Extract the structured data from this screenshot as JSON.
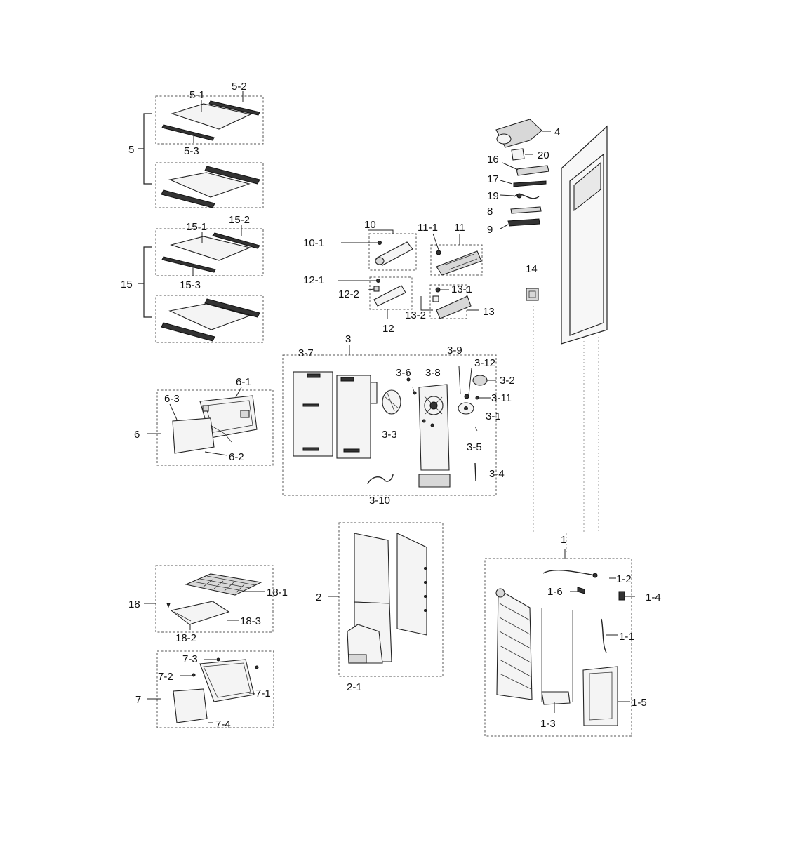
{
  "callouts": {
    "c5": "5",
    "c5_1": "5-1",
    "c5_2": "5-2",
    "c5_3": "5-3",
    "c15": "15",
    "c15_1": "15-1",
    "c15_2": "15-2",
    "c15_3": "15-3",
    "c6": "6",
    "c6_1": "6-1",
    "c6_2": "6-2",
    "c6_3": "6-3",
    "c18": "18",
    "c18_1": "18-1",
    "c18_2": "18-2",
    "c18_3": "18-3",
    "c7": "7",
    "c7_1": "7-1",
    "c7_2": "7-2",
    "c7_3": "7-3",
    "c7_4": "7-4",
    "c4": "4",
    "c16": "16",
    "c20": "20",
    "c17": "17",
    "c19": "19",
    "c8": "8",
    "c9": "9",
    "c10": "10",
    "c10_1": "10-1",
    "c11": "11",
    "c11_1": "11-1",
    "c12": "12",
    "c12_1": "12-1",
    "c12_2": "12-2",
    "c13": "13",
    "c13_1": "13-1",
    "c13_2": "13-2",
    "c14": "14",
    "c3": "3",
    "c3_1": "3-1",
    "c3_2": "3-2",
    "c3_3": "3-3",
    "c3_4": "3-4",
    "c3_5": "3-5",
    "c3_6": "3-6",
    "c3_7": "3-7",
    "c3_8": "3-8",
    "c3_9": "3-9",
    "c3_10": "3-10",
    "c3_11": "3-11",
    "c3_12": "3-12",
    "c2": "2",
    "c2_1": "2-1",
    "c1": "1",
    "c1_1": "1-1",
    "c1_2": "1-2",
    "c1_3": "1-3",
    "c1_4": "1-4",
    "c1_5": "1-5",
    "c1_6": "1-6"
  },
  "colors": {
    "ink": "#222222",
    "box": "#555555",
    "background": "#ffffff"
  }
}
